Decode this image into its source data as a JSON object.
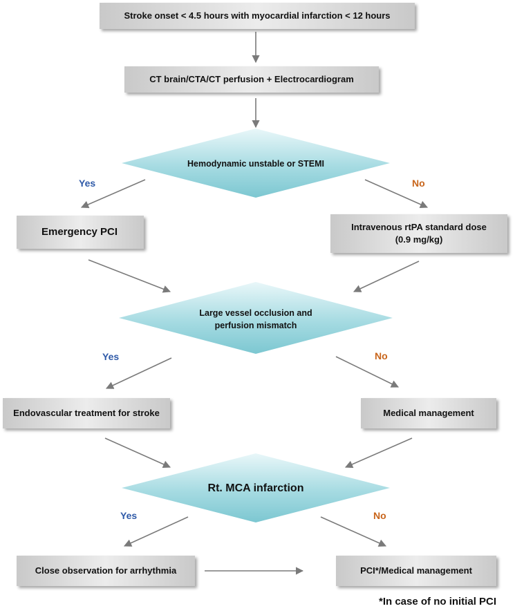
{
  "boxes": {
    "stroke_onset": "Stroke onset < 4.5 hours with myocardial infarction < 12 hours",
    "ct_brain": "CT brain/CTA/CT perfusion + Electrocardiogram",
    "emergency_pci": "Emergency PCI",
    "rtpa_line1": "Intravenous rtPA standard dose",
    "rtpa_line2": "(0.9 mg/kg)",
    "endovascular": "Endovascular treatment for stroke",
    "medical_management": "Medical management",
    "close_observation": "Close observation for arrhythmia",
    "pci_medical": "PCI*/Medical management"
  },
  "decisions": {
    "hemodynamic": "Hemodynamic unstable or STEMI",
    "lvo_line1": "Large vessel occlusion and",
    "lvo_line2": "perfusion mismatch",
    "mca": "Rt. MCA infarction"
  },
  "branch_labels": {
    "yes": "Yes",
    "no": "No"
  },
  "footnote": "*In case of no initial PCI",
  "colors": {
    "yes": "#2f5aa8",
    "no": "#c8651b",
    "diamond": "#7cc7d1",
    "arrow": "#7a7a7a"
  }
}
